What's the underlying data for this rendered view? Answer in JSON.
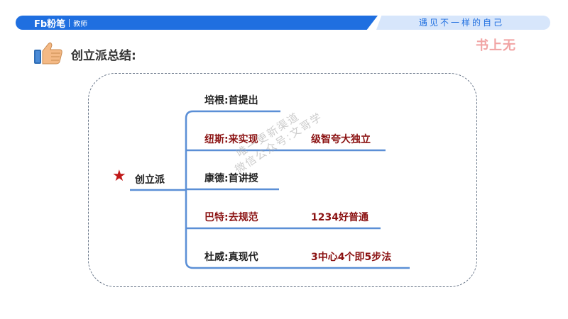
{
  "header": {
    "brand_logo": "Fb粉笔",
    "brand_sub": "教师",
    "slogan": "遇见不一样的自己",
    "stamp": "书上无"
  },
  "section": {
    "title": "创立派总结:",
    "icon": "thumbs-up-icon"
  },
  "diagram": {
    "root": "创立派",
    "root_marker": "★",
    "branches": [
      {
        "label": "培根:首提出",
        "color": "black",
        "detail": ""
      },
      {
        "label": "纽斯:来实现",
        "color": "red",
        "detail": "级智夸大独立"
      },
      {
        "label": "康德:首讲授",
        "color": "black",
        "detail": ""
      },
      {
        "label": "巴特:去规范",
        "color": "red",
        "detail": "1234好普通"
      },
      {
        "label": "杜威:真现代",
        "color": "black",
        "detail": "3中心4个即5步法"
      }
    ]
  },
  "watermark": {
    "line1": "唯一更新渠道",
    "line2": "微信公众号:文哥学"
  },
  "colors": {
    "accent_blue": "#1f6fe0",
    "line_blue": "#5b8fd6",
    "red_text": "#8b1212",
    "star_red": "#c01818"
  }
}
